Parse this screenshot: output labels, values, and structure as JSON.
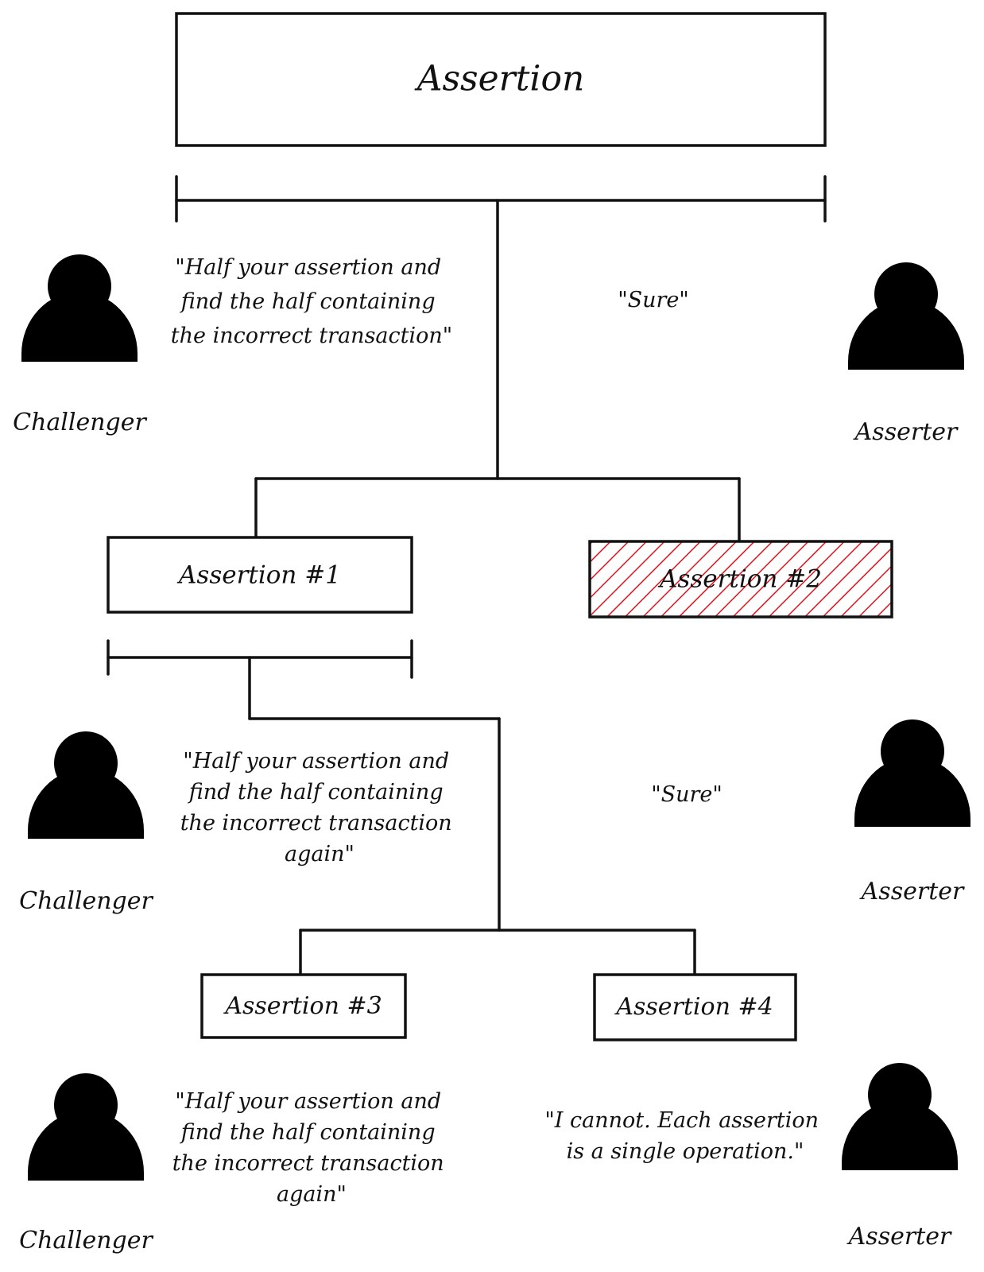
{
  "colors": {
    "stroke": "#111111",
    "person": "#000000",
    "hatch": "#e0141e",
    "background": "#ffffff"
  },
  "icons": {
    "challenger": "person-icon",
    "asserter": "person-icon"
  },
  "root": {
    "label": "Assertion"
  },
  "level1": {
    "challenger": {
      "role": "Challenger",
      "speech": [
        "\"Half your assertion and",
        "find the half containing",
        "the incorrect transaction\""
      ]
    },
    "asserter": {
      "role": "Asserter",
      "speech": [
        "\"Sure\""
      ]
    },
    "left_box": {
      "label": "Assertion #1",
      "state": "selected"
    },
    "right_box": {
      "label": "Assertion #2",
      "state": "eliminated"
    }
  },
  "level2": {
    "challenger": {
      "role": "Challenger",
      "speech": [
        "\"Half your assertion and",
        "find the half containing",
        "the incorrect transaction",
        "again\""
      ]
    },
    "asserter": {
      "role": "Asserter",
      "speech": [
        "\"Sure\""
      ]
    },
    "left_box": {
      "label": "Assertion #3"
    },
    "right_box": {
      "label": "Assertion #4"
    }
  },
  "level3": {
    "challenger": {
      "role": "Challenger",
      "speech": [
        "\"Half your assertion and",
        "find the half containing",
        "the incorrect transaction",
        "again\""
      ]
    },
    "asserter": {
      "role": "Asserter",
      "speech": [
        "\"I cannot. Each assertion",
        "is a single operation.\""
      ]
    }
  }
}
